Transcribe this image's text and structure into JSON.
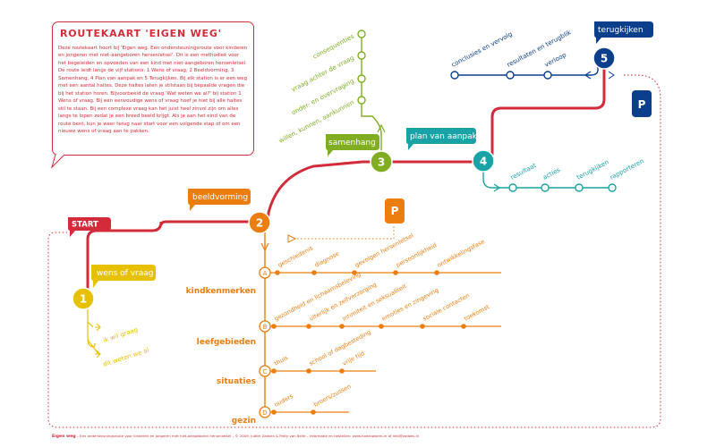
{
  "info": {
    "title": "ROUTEKAART 'EIGEN WEG'",
    "text": "Deze routekaart hoort bij 'Eigen weg. Een ondersteuningsroute voor kinderen en jongeren met niet-aangeboren hersenletsel'. Dit is een methodiek voor het begeleiden en opvoeden van een kind met niet-aangeboren hersenletsel. De route leidt langs de vijf stations: 1 Wens of vraag, 2 Beeldvorming, 3 Samenhang, 4 Plan van aanpak en 5 Terugkijken. Bij elk station is er een weg met een aantal haltes. Deze haltes laten je stilstaan bij bepaalde vragen die bij het station horen. Bijvoorbeeld de vraag 'Wat weten we al?' bij station 1 Wens of vraag. Bij een eenvoudige wens of vraag hoef je niet bij alle haltes stil te staan. Bij een complexe vraag kan het juist heel zinvol zijn om alles langs te lopen zodat je een breed beeld krijgt. Als je aan het eind van de route bent, kun je weer terug naar start voor een volgende stap of om een nieuwe wens of vraag aan te pakken."
  },
  "start": {
    "label": "START"
  },
  "stations": [
    {
      "number": "1",
      "label": "wens of vraag",
      "color": "#e7c100"
    },
    {
      "number": "2",
      "label": "beeldvorming",
      "color": "#ec7d0f"
    },
    {
      "number": "3",
      "label": "samenhang",
      "color": "#80ad22"
    },
    {
      "number": "4",
      "label": "plan van aanpak",
      "color": "#1aa3a6"
    },
    {
      "number": "5",
      "label": "terugkijken",
      "color": "#0b3f8c"
    }
  ],
  "parking": [
    "P",
    "P"
  ],
  "branches": {
    "s1": [
      "ik wil graag",
      "dit weten we al"
    ],
    "s3": [
      "consequenties",
      "vraag achter de vraag",
      "onder- en overvraging",
      "willen, kunnen, aankunnen"
    ],
    "s4": [
      "resultaat",
      "acties",
      "terugkijken",
      "rapporteren"
    ],
    "s5": [
      "conclusies en vervolg",
      "resultaten en terugblik",
      "verloop"
    ]
  },
  "areas": [
    {
      "letter": "A",
      "label": "kindkenmerken",
      "stops": [
        "geschiedenis",
        "diagnose",
        "gevolgen hersenletsel",
        "persoonlijkheid",
        "ontwikkelingsfase"
      ]
    },
    {
      "letter": "B",
      "label": "leefgebieden",
      "stops": [
        "gezondheid en lichaamsbeleving",
        "uiterlijk en zelfverzorging",
        "intimiteit en seksualiteit",
        "emoties en zingeving",
        "sociale contacten",
        "toekomst"
      ]
    },
    {
      "letter": "C",
      "label": "situaties",
      "stops": [
        "thuis",
        "school of dagbesteding",
        "vrije tijd"
      ]
    },
    {
      "letter": "D",
      "label": "gezin",
      "stops": [
        "ouders",
        "broers/zussen"
      ]
    }
  ],
  "colors": {
    "red": "#d22b3a",
    "yellow": "#e7c100",
    "orange": "#ec7d0f",
    "green": "#80ad22",
    "teal": "#1aa3a6",
    "navy": "#0b3f8c"
  },
  "footer": {
    "brand": "Eigen weg",
    "text": " – Een ondersteuningsroute voor kinderen en jongeren met niet-aangeboren hersenletsel – © 2009, Judith Zadoks & Patty van Belle – Informatie en bestellen: www.hoezopwerk.nl of info@zadoks.nl"
  }
}
